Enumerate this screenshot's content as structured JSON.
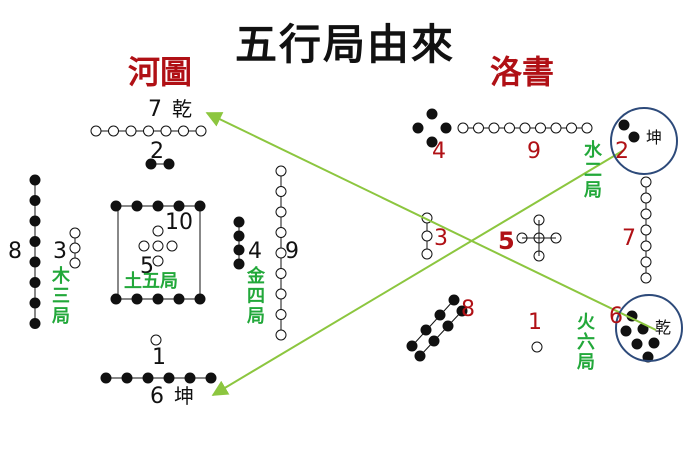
{
  "title": "五行局由來",
  "headings": {
    "left": "河圖",
    "right": "洛書"
  },
  "hetu": {
    "top": {
      "outer": "7",
      "inner": "2",
      "trigram": "乾"
    },
    "bottom": {
      "inner": "1",
      "outer": "6",
      "trigram": "坤"
    },
    "left": {
      "outer": "8",
      "inner": "3",
      "phase": "木三局"
    },
    "right": {
      "inner": "4",
      "outer": "9",
      "phase": "金四局"
    },
    "center": {
      "inner": "5",
      "outer": "10",
      "phase": "土五局"
    }
  },
  "luoshu": {
    "cells": {
      "top_left": "4",
      "top_center": "9",
      "top_right": "2",
      "mid_left": "3",
      "center": "5",
      "mid_right": "7",
      "bottom_left": "8",
      "bottom_center": "1",
      "bottom_right": "6"
    },
    "trigram_top_right": "坤",
    "trigram_bottom_right": "乾",
    "phase_top_right": "水二局",
    "phase_bottom_right": "火六局"
  },
  "colors": {
    "heading": "#b01015",
    "phase": "#22a83a",
    "arrow": "#8cc63f",
    "circle": "#2d4a7a",
    "ink": "#111111"
  }
}
